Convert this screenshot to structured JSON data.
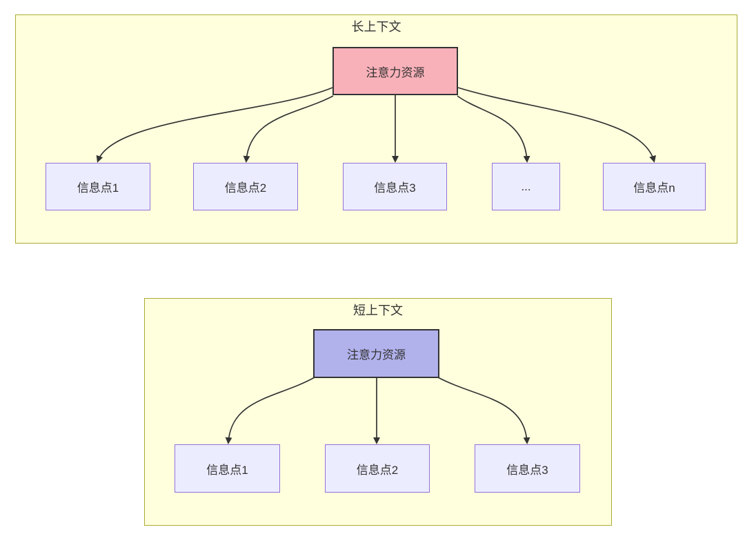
{
  "diagram": {
    "type": "flowchart-top-down",
    "groups": [
      {
        "id": "long-context",
        "title": "长上下文",
        "root": {
          "label": "注意力资源",
          "fill": "#f9b1b9",
          "border": "#333333"
        },
        "children": [
          {
            "label": "信息点1"
          },
          {
            "label": "信息点2"
          },
          {
            "label": "信息点3"
          },
          {
            "label": "..."
          },
          {
            "label": "信息点n"
          }
        ]
      },
      {
        "id": "short-context",
        "title": "短上下文",
        "root": {
          "label": "注意力资源",
          "fill": "#b1b1ec",
          "border": "#333333"
        },
        "children": [
          {
            "label": "信息点1"
          },
          {
            "label": "信息点2"
          },
          {
            "label": "信息点3"
          }
        ]
      }
    ],
    "colors": {
      "group_fill": "#ffffde",
      "group_border": "#aaaa33",
      "node_fill": "#ececff",
      "node_border": "#9370db",
      "edge": "#333333",
      "text": "#333333",
      "page_background": "#ffffff"
    }
  }
}
